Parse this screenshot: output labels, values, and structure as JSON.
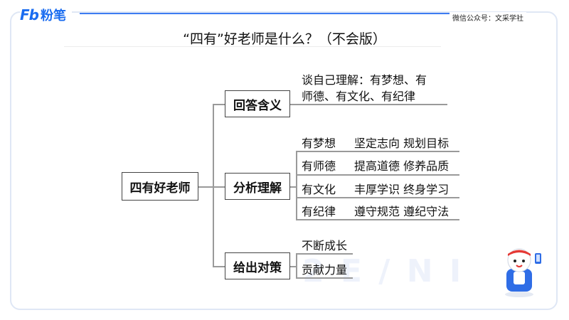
{
  "brand": {
    "logo_fb": "Fb",
    "logo_name": "粉笔",
    "accent": "#1a6cf0"
  },
  "watermark": "微信公众号：文采学社",
  "title": "“四有”好老师是什么？（不会版）",
  "root": "四有好老师",
  "branches": [
    {
      "label": "回答含义",
      "items": [
        "谈自己理解：有梦想、有",
        "师德、有文化、有纪律"
      ]
    },
    {
      "label": "分析理解",
      "rows": [
        {
          "key": "有梦想",
          "desc": "坚定志向 规划目标"
        },
        {
          "key": "有师德",
          "desc": "提高道德 修养品质"
        },
        {
          "key": "有文化",
          "desc": "丰厚学识 终身学习"
        },
        {
          "key": "有纪律",
          "desc": "遵守规范 遵纪守法"
        }
      ]
    },
    {
      "label": "给出对策",
      "items": [
        "不断成长",
        "贡献力量"
      ]
    }
  ]
}
